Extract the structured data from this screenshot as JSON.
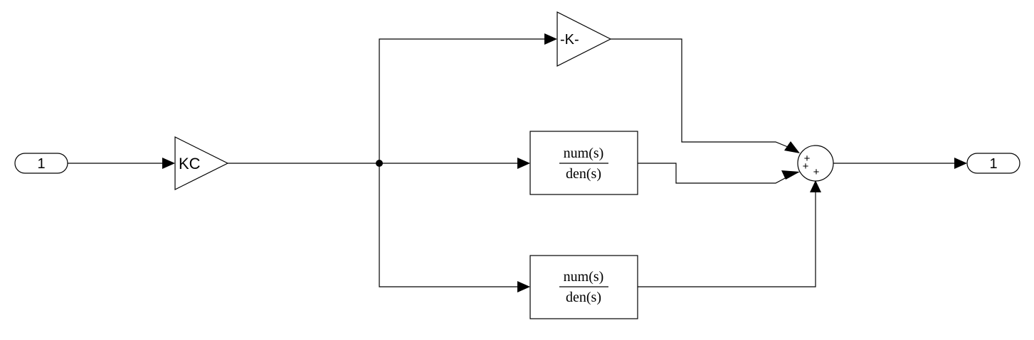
{
  "inport": {
    "label": "1"
  },
  "outport": {
    "label": "1"
  },
  "gain_kc": {
    "label": "KC"
  },
  "gain_k": {
    "label": "-K-"
  },
  "tf_middle": {
    "numerator": "num(s)",
    "denominator": "den(s)"
  },
  "tf_bottom": {
    "numerator": "num(s)",
    "denominator": "den(s)"
  },
  "sum": {
    "signs": [
      "+",
      "+",
      "+"
    ]
  }
}
